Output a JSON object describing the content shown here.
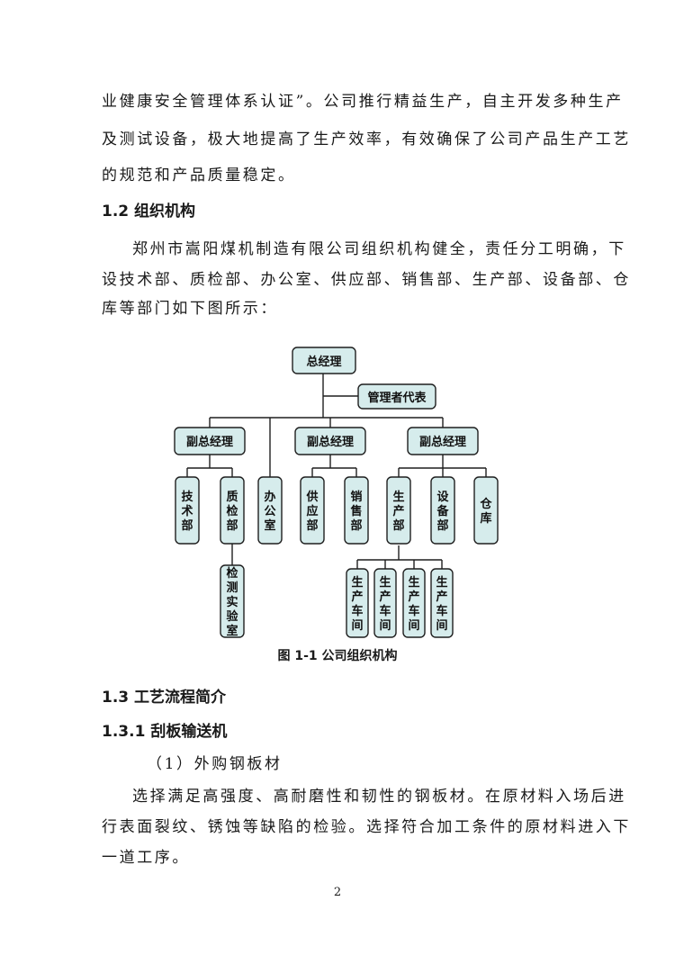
{
  "intro_paragraph": {
    "lines": [
      "业健康安全管理体系认证”。公司推行精益生产，自主开发多种生产",
      "及测试设备，极大地提高了生产效率，有效确保了公司产品生产工艺",
      "的规范和产品质量稳定。"
    ]
  },
  "section_1_2": {
    "heading": "1.2 组织机构",
    "lines": [
      "郑州市嵩阳煤机制造有限公司组织机构健全，责任分工明确，下",
      "设技术部、质检部、办公室、供应部、销售部、生产部、设备部、仓",
      "库等部门如下图所示："
    ]
  },
  "org_chart": {
    "general_manager": "总经理",
    "management_rep": "管理者代表",
    "vice_managers": [
      "副总经理",
      "副总经理",
      "副总经理"
    ],
    "departments": [
      "技术部",
      "质检部",
      "办公室",
      "供应部",
      "销售部",
      "生产部",
      "设备部",
      "仓库"
    ],
    "qc_sub": "检测实验室",
    "workshops": [
      "生产车间",
      "生产车间",
      "生产车间",
      "生产车间"
    ]
  },
  "figure_caption": "图 1-1 公司组织机构",
  "section_1_3": {
    "heading": "1.3 工艺流程简介"
  },
  "section_1_3_1": {
    "heading": "1.3.1 刮板输送机",
    "item": "（1）外购钢板材",
    "lines": [
      "选择满足高强度、高耐磨性和韧性的钢板材。在原材料入场后进",
      "行表面裂纹、锈蚀等缺陷的检验。选择符合加工条件的原材料进入下",
      "一道工序。"
    ]
  },
  "page_number": "2"
}
